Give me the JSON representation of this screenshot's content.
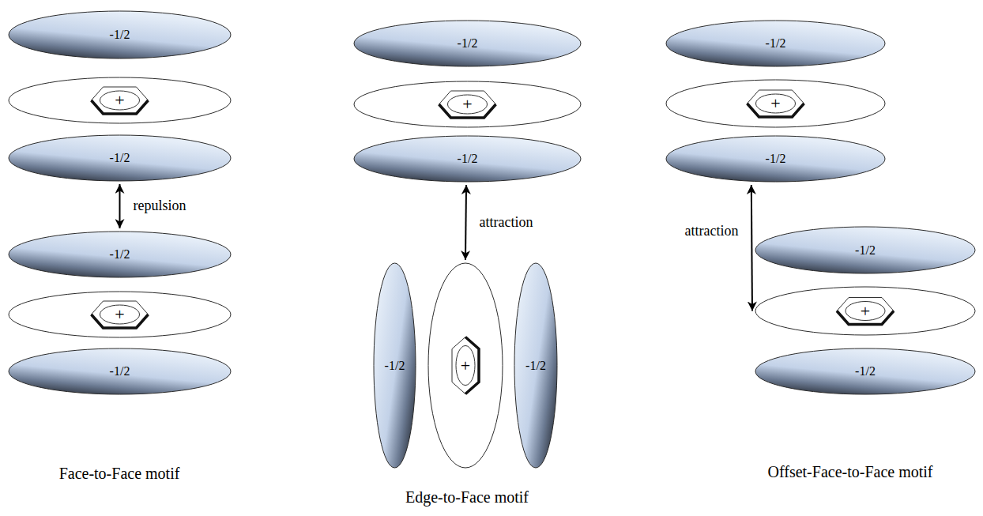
{
  "diagram": {
    "nodes": [
      {
        "text": [
          "-1/2"
        ]
      },
      {
        "text": [
          "+"
        ]
      },
      {
        "text": [
          "-1/2"
        ]
      },
      {
        "text": [
          "-1/2"
        ]
      },
      {
        "text": [
          "+"
        ]
      },
      {
        "text": [
          "-1/2"
        ]
      },
      {
        "text": [
          "-1/2"
        ]
      },
      {
        "text": [
          "+"
        ]
      },
      {
        "text": [
          "-1/2"
        ]
      },
      {
        "text": [
          "-1/2"
        ]
      },
      {
        "text": [
          "+"
        ]
      },
      {
        "text": [
          "-1/2"
        ]
      },
      {
        "text": [
          "-1/2"
        ]
      },
      {
        "text": [
          "+"
        ]
      },
      {
        "text": [
          "-1/2"
        ]
      },
      {
        "text": [
          "-1/2"
        ]
      },
      {
        "text": [
          "+"
        ]
      },
      {
        "text": [
          "-1/2"
        ]
      }
    ],
    "edges": [
      {
        "from": 2,
        "to": 3,
        "arrow": "both",
        "label": "repulsion"
      },
      {
        "from": 8,
        "to": 10,
        "arrow": "both",
        "label": "attraction"
      },
      {
        "from": 14,
        "to": 16,
        "arrow": "both",
        "label": "attraction"
      }
    ],
    "labels": [
      "Face-to-Face motif",
      "Edge-to-Face motif",
      "Offset-Face-to-Face motif"
    ]
  }
}
